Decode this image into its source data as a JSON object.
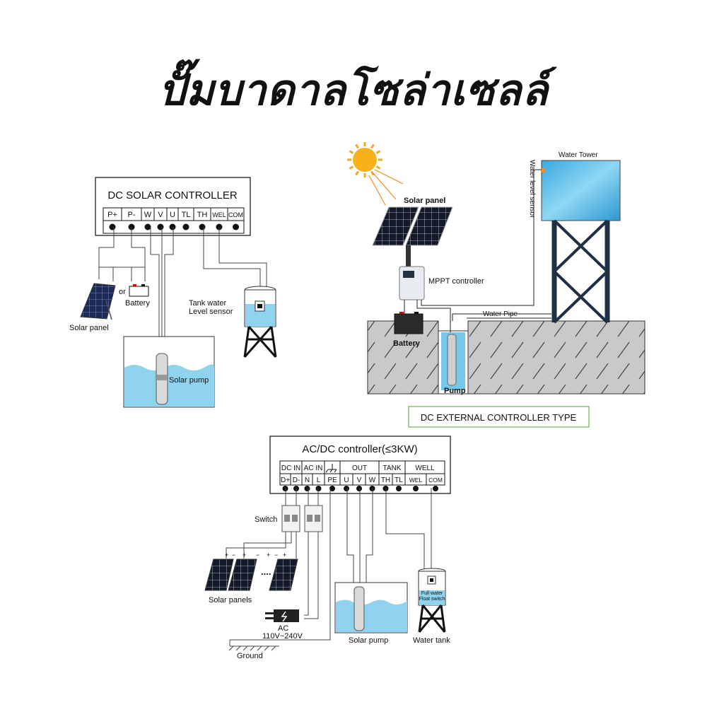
{
  "title": "ปั๊มบาดาลโซล่าเซลล์",
  "diagram1": {
    "controller_title": "DC SOLAR CONTROLLER",
    "terminals": [
      "P+",
      "P-",
      "W",
      "V",
      "U",
      "TL",
      "TH",
      "WEL",
      "COM"
    ],
    "solar_panel": "Solar panel",
    "or": "or",
    "battery": "Battery",
    "tank_sensor_line1": "Tank water",
    "tank_sensor_line2": "Level sensor",
    "solar_pump": "Solar pump"
  },
  "diagram2": {
    "solar_panel": "Solar panel",
    "mppt": "MPPT controller",
    "water_tower": "Water Tower",
    "level_sensor": "Water  level sensor",
    "water_pipe": "Water Pipe",
    "battery": "Battery",
    "pump": "Pump",
    "type_label": "DC EXTERNAL CONTROLLER TYPE"
  },
  "diagram3": {
    "controller_title": "AC/DC controller(≤3KW)",
    "groups": [
      "DC  IN",
      "AC  IN",
      "OUT",
      "TANK",
      "WELL"
    ],
    "terminals": [
      "D+",
      "D-",
      "N",
      "L",
      "PE",
      "U",
      "V",
      "W",
      "TH",
      "TL",
      "WEL",
      "COM"
    ],
    "switch": "Switch",
    "dots": "....",
    "solar_panels": "Solar panels",
    "ac": "AC",
    "ac_voltage": "110V~240V",
    "ground": "Ground",
    "solar_pump": "Solar pump",
    "water_tank": "Water tank",
    "float_line1": "Full water",
    "float_line2": "Float switch"
  },
  "colors": {
    "water": "#8fd3ee",
    "panel": "#1c2a55",
    "ground": "#c9c9c9",
    "tower": "#1f2f44",
    "sun": "#f5a623",
    "ray": "#f08a24",
    "box_border": "#6ab04c"
  }
}
